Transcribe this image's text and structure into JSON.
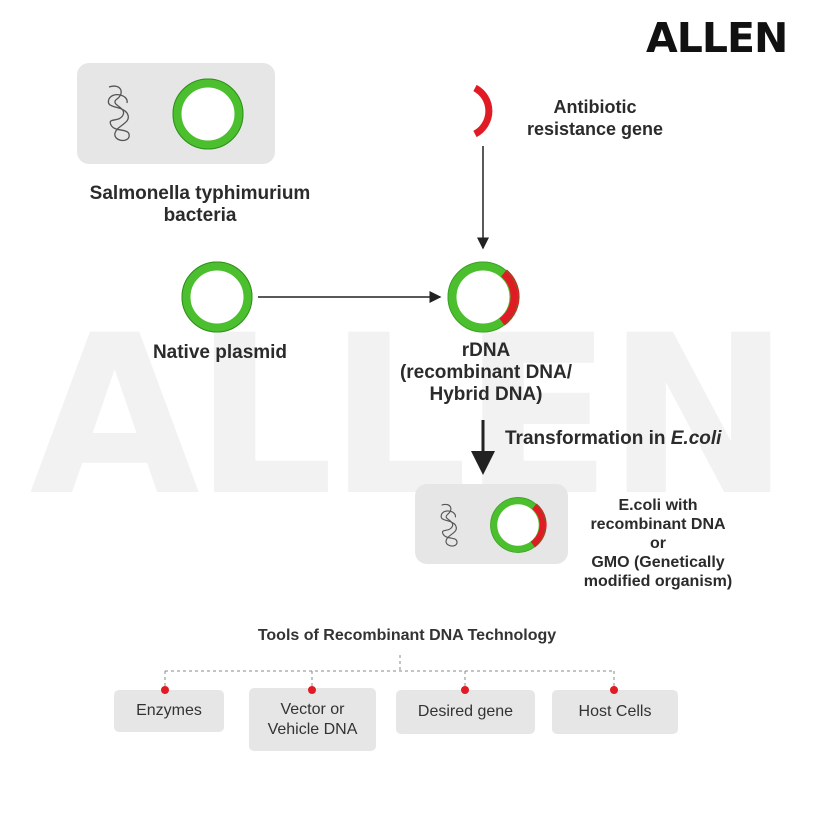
{
  "brand": {
    "logo_text": "ALLEN",
    "watermark_text": "ALLEN"
  },
  "colors": {
    "plasmid_green": "#4cbf2e",
    "gene_red": "#e01b24",
    "box_grey": "#e6e6e6",
    "dot_red": "#e01b24"
  },
  "nodes": {
    "salmonella": {
      "line1": "Salmonella typhimurium",
      "line2": "bacteria"
    },
    "antibiotic_gene": {
      "line1": "Antibiotic",
      "line2": "resistance gene"
    },
    "native_plasmid": {
      "label": "Native plasmid"
    },
    "rdna": {
      "line1": "rDNA",
      "line2": "(recombinant DNA/",
      "line3": "Hybrid DNA)"
    },
    "transformation": {
      "prefix": "Transformation in ",
      "organism": "E.coli"
    },
    "ecoli": {
      "line1": "E.coli with",
      "line2": "recombinant DNA",
      "line3": "or",
      "line4": "GMO (Genetically",
      "line5": "modified organism)"
    }
  },
  "tools": {
    "title": "Tools of Recombinant DNA Technology",
    "items": [
      {
        "line1": "Enzymes",
        "line2": ""
      },
      {
        "line1": "Vector or",
        "line2": "Vehicle DNA"
      },
      {
        "line1": "Desired gene",
        "line2": ""
      },
      {
        "line1": "Host Cells",
        "line2": ""
      }
    ]
  },
  "icons": [
    "bacterial-chromosome-icon",
    "plasmid-icon",
    "antibiotic-gene-icon",
    "recombinant-plasmid-icon"
  ]
}
